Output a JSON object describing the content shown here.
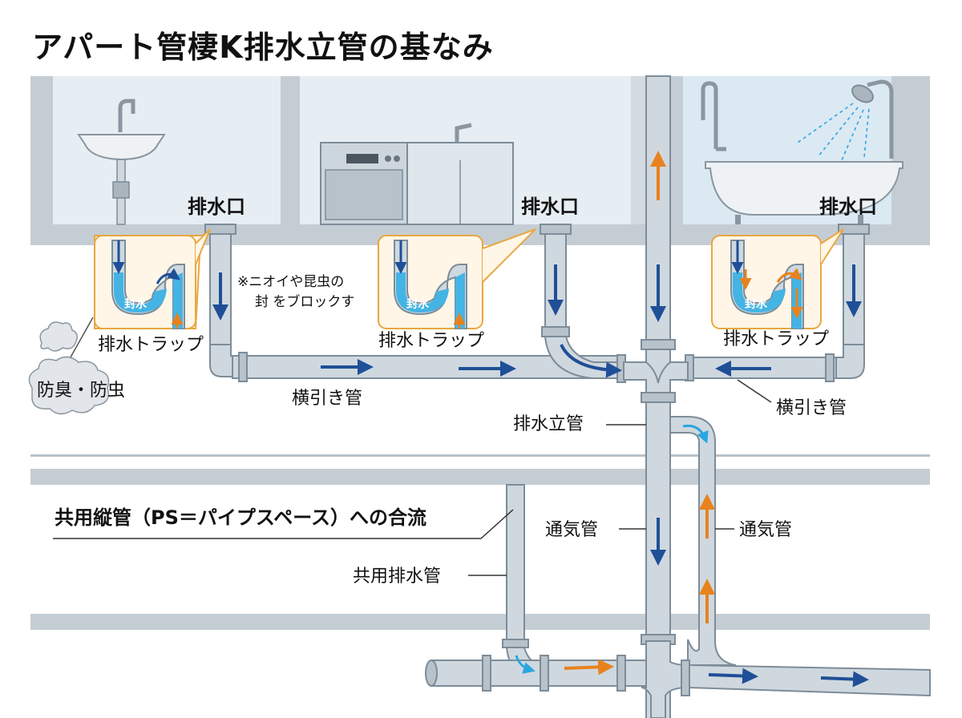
{
  "title": "アパート管棲K排水立管の基なみ",
  "labels": {
    "drain_left": "排水口",
    "drain_middle": "排水口",
    "drain_right": "排水口",
    "trap_left": "排水トラップ",
    "trap_middle": "排水トラップ",
    "trap_right": "排水トラップ",
    "seal_left": "封水",
    "seal_middle": "封水",
    "seal_right": "封水",
    "note_line1": "※ニオイや昆虫の",
    "note_line2": "封 をブロックす",
    "odor": "防臭・防虫",
    "branch_left": "横引き管",
    "branch_right": "横引き管",
    "stack": "排水立管",
    "vent_left": "通気管",
    "vent_right": "通気管",
    "common_drain": "共用排水管",
    "ps_heading": "共用縦管（PS＝パイプスペース）への合流"
  },
  "colors": {
    "pipe": "#cfd8df",
    "pipe_edge": "#7d8c98",
    "wall": "#c5cdd4",
    "room_bg": "#e7eef3",
    "water": "#44b4e4",
    "flow_arrow": "#1f4f96",
    "vent_arrow": "#e8821e",
    "callout_border": "#e9a740",
    "callout_bg": "#fff6e8"
  }
}
